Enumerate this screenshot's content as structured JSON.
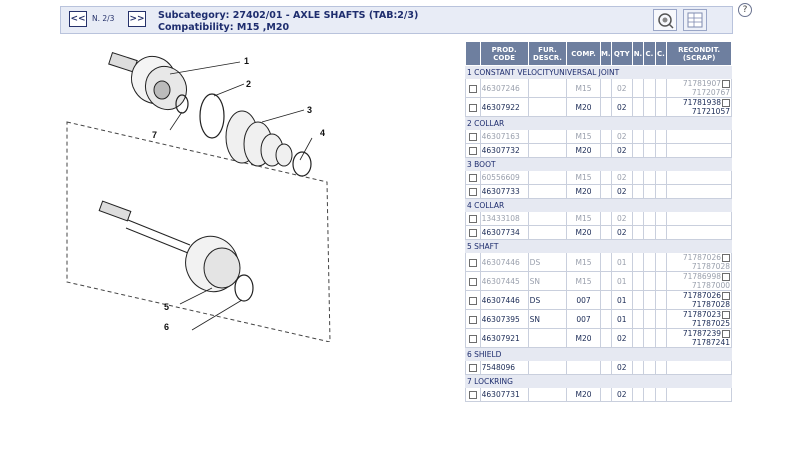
{
  "header": {
    "prev_label": "<<",
    "next_label": ">>",
    "page_indicator": "N. 2/3",
    "subcategory": "Subcategory:  27402/01 - AXLE SHAFTS (TAB:2/3)",
    "compatibility": "Compatibility:  M15 ,M20",
    "help_label": "?"
  },
  "diagram": {
    "callouts": [
      "1",
      "2",
      "3",
      "4",
      "5",
      "6",
      "7"
    ]
  },
  "table": {
    "columns": [
      "PROD. CODE",
      "FUR. DESCR.",
      "COMP.",
      "M.",
      "QTY",
      "N.",
      "C.",
      "C.",
      "RECONDIT. (SCRAP)"
    ],
    "groups": [
      {
        "label": "1 CONSTANT VELOCITYUNIVERSAL JOINT",
        "rows": [
          {
            "code": "46307246",
            "desc": "",
            "comp": "M15",
            "qty": "02",
            "recon": [
              "71781907",
              "71720767"
            ],
            "dim": true
          },
          {
            "code": "46307922",
            "desc": "",
            "comp": "M20",
            "qty": "02",
            "recon": [
              "71781938",
              "71721057"
            ],
            "dim": false
          }
        ]
      },
      {
        "label": "2 COLLAR",
        "rows": [
          {
            "code": "46307163",
            "desc": "",
            "comp": "M15",
            "qty": "02",
            "recon": [],
            "dim": true
          },
          {
            "code": "46307732",
            "desc": "",
            "comp": "M20",
            "qty": "02",
            "recon": [],
            "dim": false
          }
        ]
      },
      {
        "label": "3 BOOT",
        "rows": [
          {
            "code": "60556609",
            "desc": "",
            "comp": "M15",
            "qty": "02",
            "recon": [],
            "dim": true
          },
          {
            "code": "46307733",
            "desc": "",
            "comp": "M20",
            "qty": "02",
            "recon": [],
            "dim": false
          }
        ]
      },
      {
        "label": "4 COLLAR",
        "rows": [
          {
            "code": "13433108",
            "desc": "",
            "comp": "M15",
            "qty": "02",
            "recon": [],
            "dim": true
          },
          {
            "code": "46307734",
            "desc": "",
            "comp": "M20",
            "qty": "02",
            "recon": [],
            "dim": false
          }
        ]
      },
      {
        "label": "5 SHAFT",
        "rows": [
          {
            "code": "46307446",
            "desc": "DS",
            "comp": "M15",
            "qty": "01",
            "recon": [
              "71787026",
              "71787028"
            ],
            "dim": true
          },
          {
            "code": "46307445",
            "desc": "SN",
            "comp": "M15",
            "qty": "01",
            "recon": [
              "71786998",
              "71787000"
            ],
            "dim": true
          },
          {
            "code": "46307446",
            "desc": "DS",
            "comp": "007",
            "qty": "01",
            "recon": [
              "71787026",
              "71787028"
            ],
            "dim": false
          },
          {
            "code": "46307395",
            "desc": "SN",
            "comp": "007",
            "qty": "01",
            "recon": [
              "71787023",
              "71787025"
            ],
            "dim": false
          },
          {
            "code": "46307921",
            "desc": "",
            "comp": "M20",
            "qty": "02",
            "recon": [
              "71787239",
              "71787241"
            ],
            "dim": false
          }
        ]
      },
      {
        "label": "6 SHIELD",
        "rows": [
          {
            "code": "7548096",
            "desc": "",
            "comp": "",
            "qty": "02",
            "recon": [],
            "dim": false
          }
        ]
      },
      {
        "label": "7 LOCKRING",
        "rows": [
          {
            "code": "46307731",
            "desc": "",
            "comp": "M20",
            "qty": "02",
            "recon": [],
            "dim": false
          }
        ]
      }
    ]
  }
}
